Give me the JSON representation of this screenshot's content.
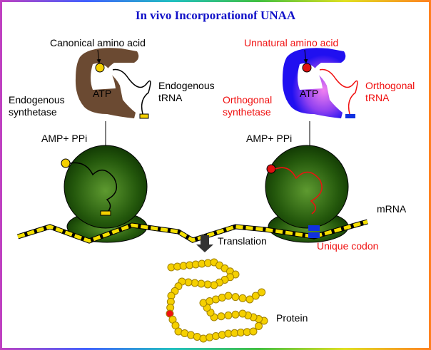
{
  "title": "In vivo Incorporationof UNAA",
  "left": {
    "amino_acid": "Canonical amino acid",
    "atp": "ATP",
    "trna_line1": "Endogenous",
    "trna_line2": "tRNA",
    "synthetase_line1": "Endogenous",
    "synthetase_line2": "synthetase",
    "byproduct": "AMP+ PPi"
  },
  "right": {
    "amino_acid": "Unnatural amino acid",
    "atp": "ATP",
    "trna_line1": "Orthogonal",
    "trna_line2": "tRNA",
    "synthetase_line1": "Orthogonal",
    "synthetase_line2": "synthetase",
    "byproduct": "AMP+ PPi",
    "codon": "Unique codon"
  },
  "mrna": "mRNA",
  "translation": "Translation",
  "protein": "Protein",
  "colors": {
    "title": "#1010c8",
    "unnatural": "#f01010",
    "canonical_bead": "#f5d000",
    "ribosome": "#2e6a10",
    "codon": "#1030e0"
  }
}
